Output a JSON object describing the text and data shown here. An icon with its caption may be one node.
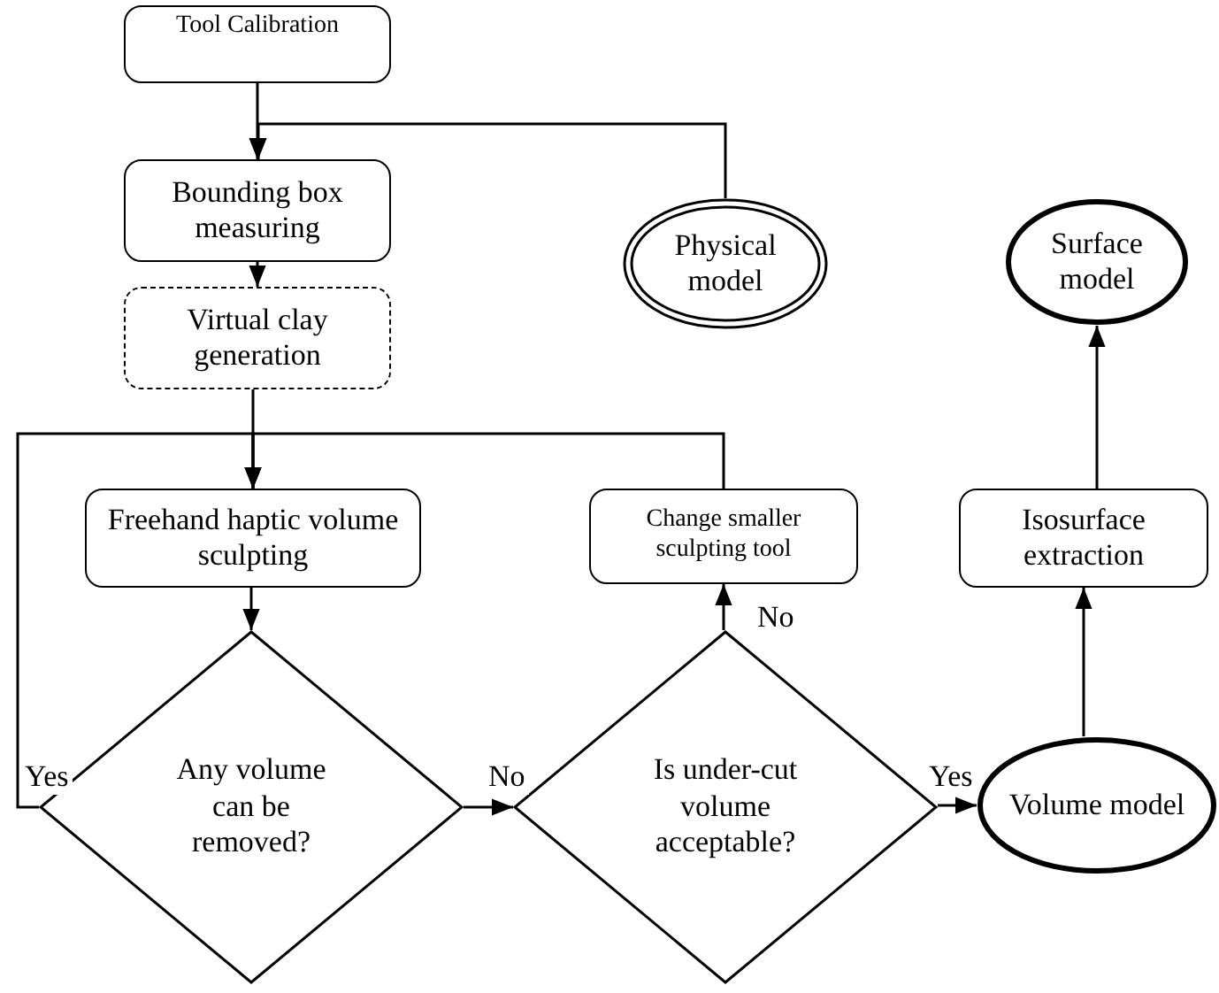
{
  "diagram": {
    "nodes": [
      {
        "text": [
          "Tool Calibration"
        ]
      },
      {
        "text": [
          "Bounding box measuring"
        ]
      },
      {
        "text": [
          "Physical model"
        ]
      },
      {
        "text": [
          "Surface model"
        ]
      },
      {
        "text": [
          "Virtual clay generation"
        ]
      },
      {
        "text": [
          "Freehand haptic volume sculpting"
        ]
      },
      {
        "text": [
          "Change smaller sculpting tool"
        ]
      },
      {
        "text": [
          "Isosurface extraction"
        ]
      },
      {
        "text": [
          "Any volume can be removed?"
        ]
      },
      {
        "text": [
          "Is under-cut volume acceptable?"
        ]
      },
      {
        "text": [
          "Volume model"
        ]
      }
    ],
    "edges": [
      {
        "from": 0,
        "to": 1,
        "arrow": "to"
      },
      {
        "from": 2,
        "to": 1,
        "arrow": "to"
      },
      {
        "from": 1,
        "to": 4,
        "arrow": "to"
      },
      {
        "from": 4,
        "to": 5,
        "arrow": "to"
      },
      {
        "from": 8,
        "to": 5,
        "arrow": "to",
        "label": "Yes"
      },
      {
        "from": 6,
        "to": 5,
        "arrow": "to"
      },
      {
        "from": 5,
        "to": 8,
        "arrow": "to"
      },
      {
        "from": 8,
        "to": 9,
        "arrow": "to",
        "label": "No"
      },
      {
        "from": 9,
        "to": 6,
        "arrow": "to",
        "label": "No"
      },
      {
        "from": 9,
        "to": 10,
        "arrow": "to",
        "label": "Yes"
      },
      {
        "from": 10,
        "to": 7,
        "arrow": "to"
      },
      {
        "from": 7,
        "to": 3,
        "arrow": "to"
      }
    ]
  }
}
